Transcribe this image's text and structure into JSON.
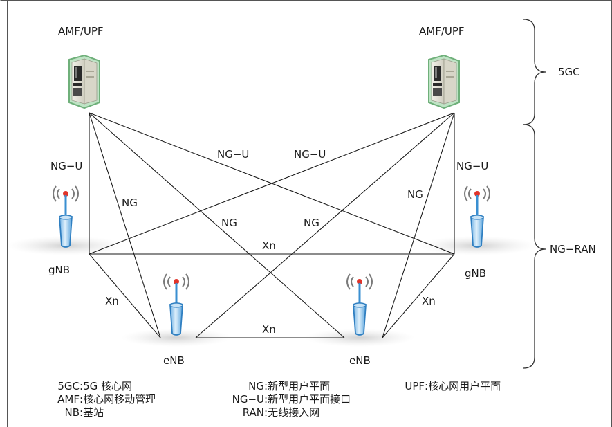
{
  "nodes": {
    "core_left": "AMF/UPF",
    "core_right": "AMF/UPF",
    "gnb_left": "gNB",
    "gnb_right": "gNB",
    "enb_left": "eNB",
    "enb_right": "eNB"
  },
  "links": {
    "ngu_left": "NG−U",
    "ngu_right": "NG−U",
    "ngu_cross_left": "NG−U",
    "ngu_cross_right": "NG−U",
    "ng_1": "NG",
    "ng_2": "NG",
    "ng_3": "NG",
    "ng_4": "NG",
    "xn_top": "Xn",
    "xn_left": "Xn",
    "xn_right": "Xn",
    "xn_bottom": "Xn"
  },
  "brackets": {
    "core": "5GC",
    "ran": "NG−RAN"
  },
  "legend": [
    {
      "key": "5GC",
      "value": "5G 核心网"
    },
    {
      "key": "AMF",
      "value": "核心网移动管理"
    },
    {
      "key": "NB",
      "value": "基站"
    },
    {
      "key": "NG",
      "value": "新型用户平面"
    },
    {
      "key": "NG−U",
      "value": "新型用户平面接口"
    },
    {
      "key": "RAN",
      "value": "无线接入网"
    },
    {
      "key": "UPF",
      "value": "核心网用户平面"
    }
  ],
  "colors": {
    "frame": "#555555",
    "server_frame": "#6fb07a",
    "server_body": "#e4e2d6",
    "antenna": "#3a8fd1",
    "tower_body": "#8cc3ec",
    "shadow": "#d6d6d6"
  },
  "icons": {
    "server": "server-icon",
    "tower": "cell-tower-icon"
  }
}
